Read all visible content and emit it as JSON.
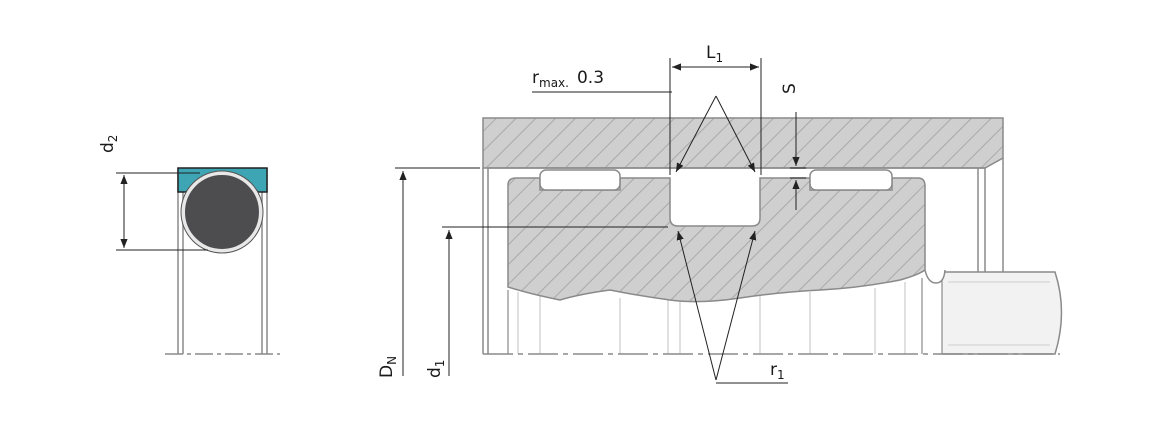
{
  "colors": {
    "seal_cap": "#3ea5b5",
    "oring": "#4d4d4f",
    "hatch_fill": "#cfcfcf",
    "hatch_line": "#a7a7a7",
    "outline": "#8a8a8a",
    "dim_line": "#222222"
  },
  "labels": {
    "d2": {
      "main": "d",
      "sub": "2"
    },
    "dn": {
      "main": "D",
      "sub": "N"
    },
    "d1": {
      "main": "d",
      "sub": "1"
    },
    "l1": {
      "main": "L",
      "sub": "1"
    },
    "s": {
      "main": "S"
    },
    "rmax": {
      "main": "r",
      "sub": "max.",
      "value": "0.3"
    },
    "r1": {
      "main": "r",
      "sub": "1"
    }
  }
}
